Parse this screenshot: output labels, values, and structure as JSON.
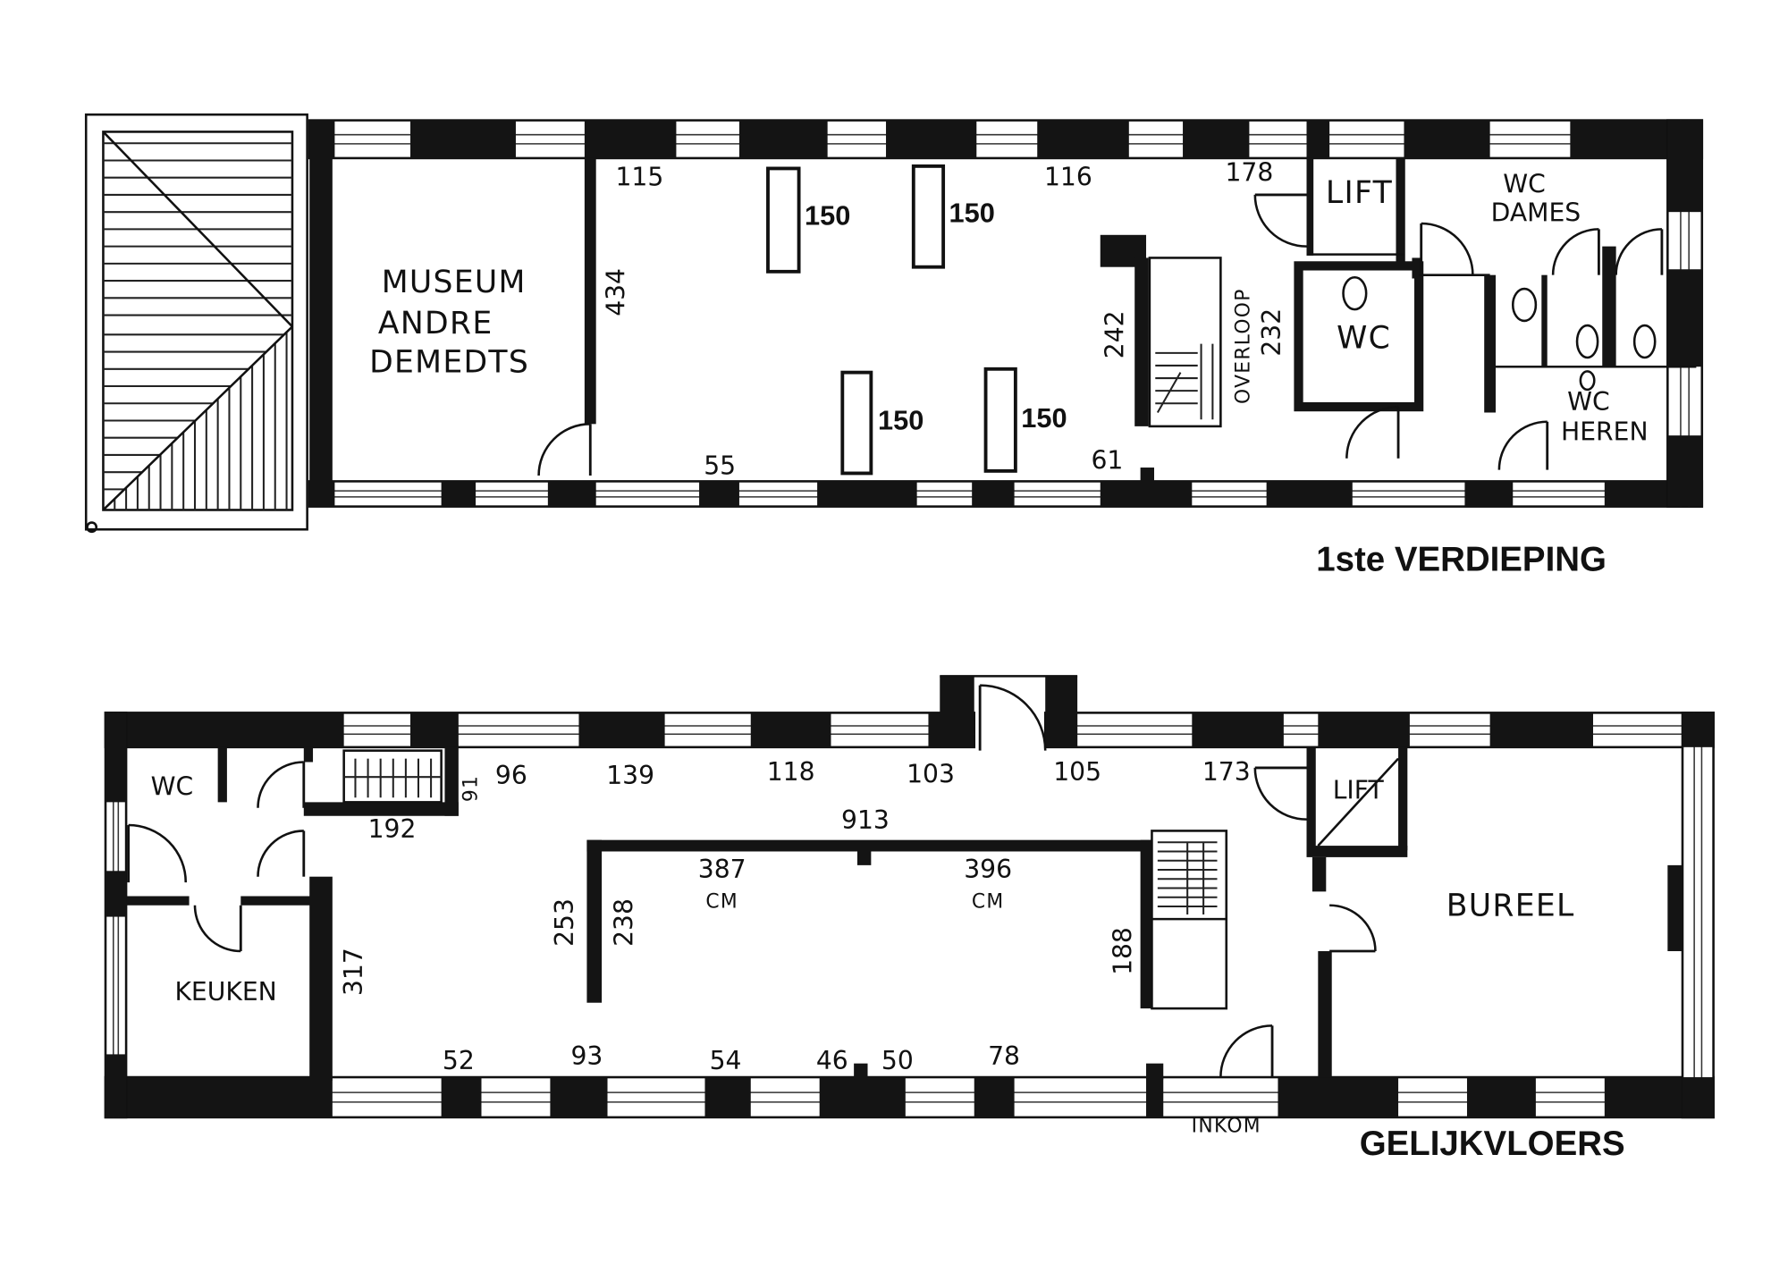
{
  "first_floor": {
    "title": "1ste VERDIEPING",
    "museum": {
      "line1": "MUSEUM",
      "line2": "ANDRE",
      "line3": "DEMEDTS"
    },
    "lift": "LIFT",
    "wc": "WC",
    "wc_dames": {
      "line1": "WC",
      "line2": "DAMES"
    },
    "wc_heren": {
      "line1": "WC",
      "line2": "HEREN"
    },
    "overloop": "OVERLOOP",
    "panels": [
      "150",
      "150",
      "150",
      "150"
    ],
    "dimensions": [
      "115",
      "116",
      "178",
      "434",
      "242",
      "232",
      "55",
      "61"
    ]
  },
  "ground_floor": {
    "title": "GELIJKVLOERS",
    "wc": "WC",
    "keuken": "KEUKEN",
    "lift": "LIFT",
    "bureel": "BUREEL",
    "inkom": "INKOM",
    "unit": "CM",
    "dimensions": [
      "317",
      "192",
      "91",
      "96",
      "139",
      "118",
      "103",
      "105",
      "173",
      "913",
      "387",
      "396",
      "253",
      "238",
      "188",
      "52",
      "93",
      "54",
      "46",
      "50",
      "78"
    ]
  },
  "colors": {
    "ink": "#111111",
    "paper": "#ffffff"
  }
}
